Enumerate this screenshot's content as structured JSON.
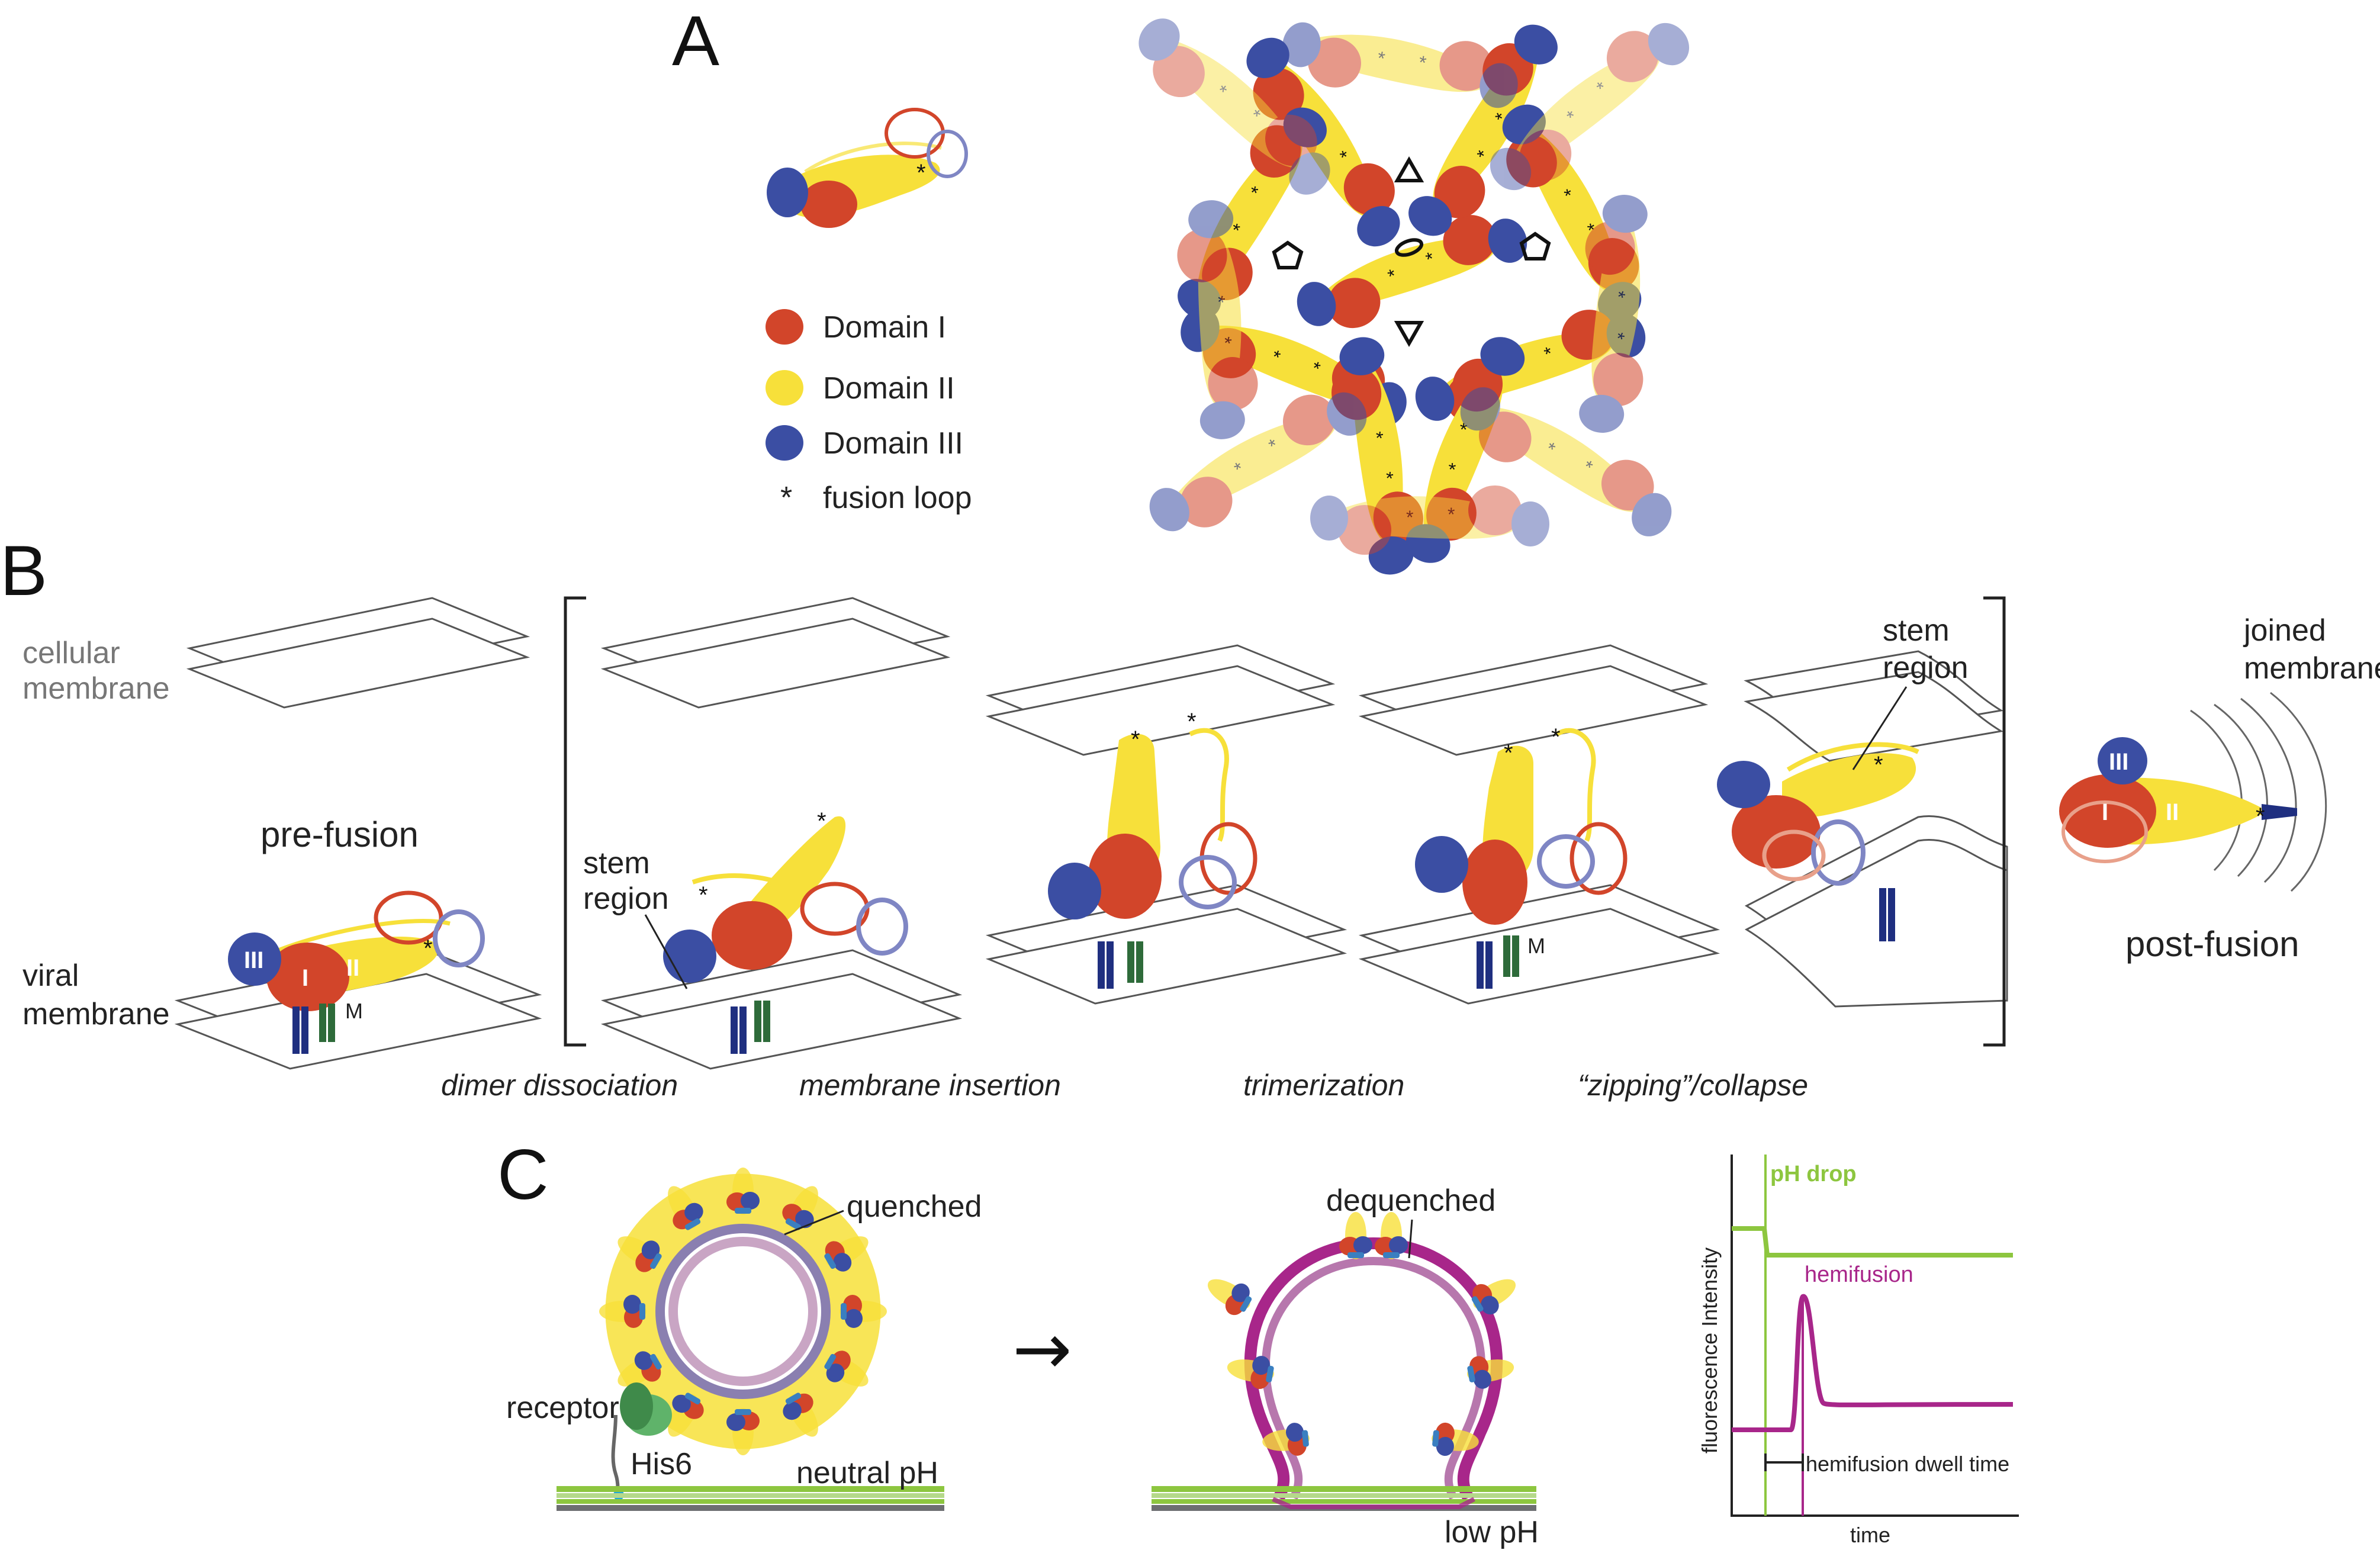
{
  "panels": {
    "a": "A",
    "b": "B",
    "c": "C"
  },
  "legend": {
    "domain1": "Domain I",
    "domain2": "Domain II",
    "domain3": "Domain III",
    "fusion_loop_symbol": "*",
    "fusion_loop": "fusion loop"
  },
  "panel_b": {
    "cellular_membrane_line1": "cellular",
    "cellular_membrane_line2": "membrane",
    "viral_membrane_line1": "viral",
    "viral_membrane_line2": "membrane",
    "pre_fusion": "pre-fusion",
    "post_fusion": "post-fusion",
    "stem_region_line1": "stem",
    "stem_region_line2": "region",
    "joined_membrane_line1": "joined",
    "joined_membrane_line2": "membrane",
    "m_label": "M",
    "roman_1": "I",
    "roman_2": "II",
    "roman_3": "III",
    "steps": [
      "dimer dissociation",
      "membrane insertion",
      "trimerization",
      "“zipping”/collapse"
    ]
  },
  "panel_c": {
    "quenched": "quenched",
    "dequenched": "dequenched",
    "receptor": "receptor",
    "his6": "His6",
    "neutral_ph": "neutral pH",
    "low_ph": "low pH",
    "arrow": "→",
    "ylabel": "fluorescence Intensity",
    "xlabel": "time",
    "ph_drop": "pH drop",
    "hemifusion": "hemifusion",
    "dwell_time": "hemifusion dwell time"
  },
  "colors": {
    "domain1": "#d2452a",
    "domain2": "#f7e03a",
    "domain3": "#3b4ea3",
    "ph_trace": "#8dc63f",
    "hemi_trace": "#a8268a",
    "receptor": "#3f8a4a",
    "tm_green": "#2e6b3a"
  }
}
